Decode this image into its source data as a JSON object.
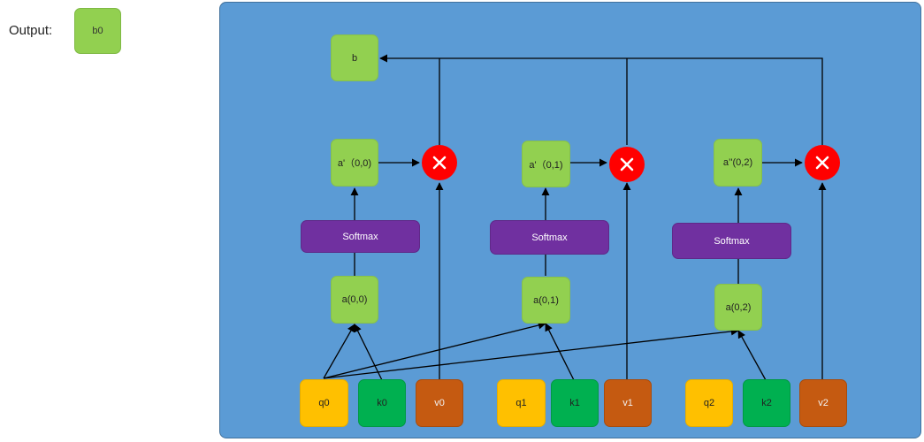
{
  "output": {
    "label": "Output:",
    "value": "b0"
  },
  "result": {
    "label": "b"
  },
  "columns": [
    {
      "weight": "a'（0,0)",
      "softmax": "Softmax",
      "score": "a(0,0)",
      "q": "q0",
      "k": "k0",
      "v": "v0"
    },
    {
      "weight": "a'（0,1)",
      "softmax": "Softmax",
      "score": "a(0,1)",
      "q": "q1",
      "k": "k1",
      "v": "v1"
    },
    {
      "weight": "a’'(0,2)",
      "softmax": "Softmax",
      "score": "a(0,2)",
      "q": "q2",
      "k": "k2",
      "v": "v2"
    }
  ],
  "colors": {
    "panel": "#5b9bd5",
    "node_green": "#92d050",
    "query": "#ffc000",
    "key": "#00b050",
    "value": "#c55a11",
    "softmax": "#7030a0",
    "multiply": "#ff0000"
  },
  "icons": {
    "multiply": "times-icon"
  }
}
